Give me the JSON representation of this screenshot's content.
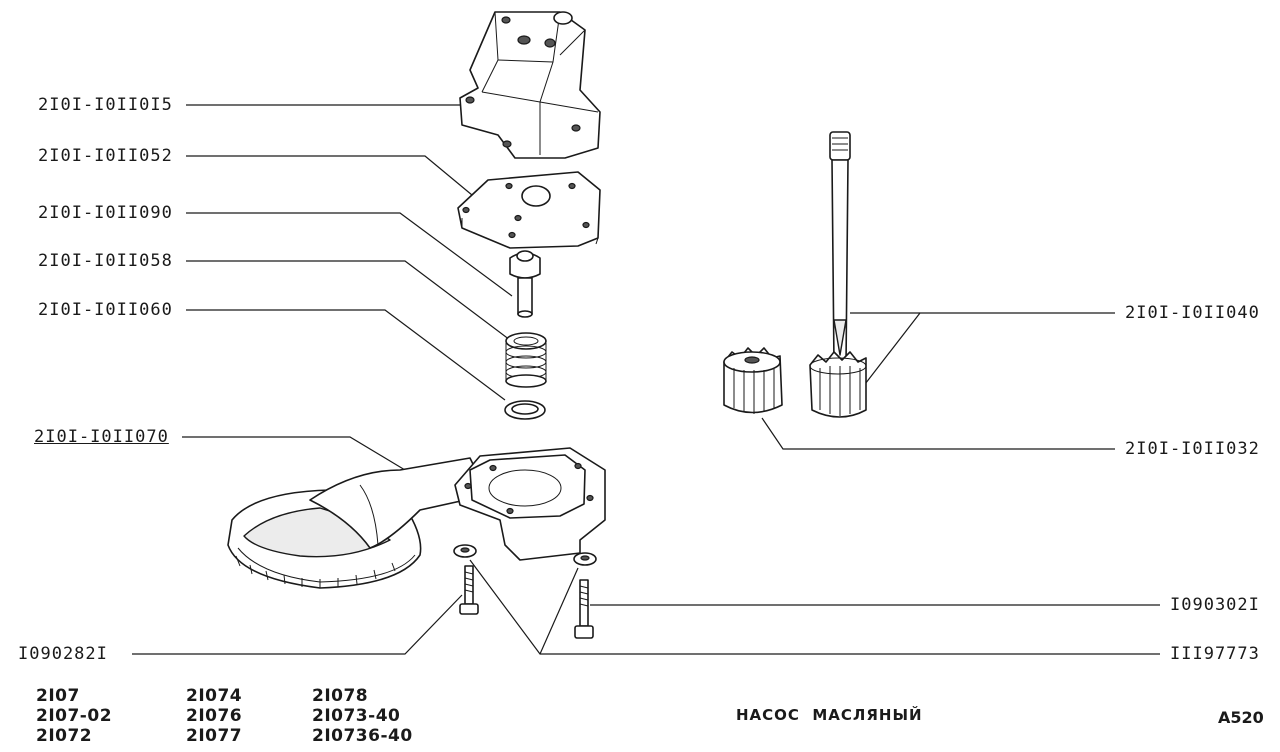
{
  "diagram": {
    "title": "НАСОС  МАСЛЯНЫЙ",
    "page_code": "A520",
    "parts": [
      {
        "id": "housing",
        "label": "2I0I-I0II0I5",
        "underlined": false
      },
      {
        "id": "cover",
        "label": "2I0I-I0II052",
        "underlined": false
      },
      {
        "id": "valve",
        "label": "2I0I-I0II090",
        "underlined": false
      },
      {
        "id": "spring-cap",
        "label": "2I0I-I0II058",
        "underlined": false
      },
      {
        "id": "spring",
        "label": "2I0I-I0II060",
        "underlined": false
      },
      {
        "id": "intake",
        "label": "2I0I-I0II070",
        "underlined": true
      },
      {
        "id": "drive-shaft",
        "label": "2I0I-I0II040",
        "underlined": false
      },
      {
        "id": "driven-gear",
        "label": "2I0I-I0II032",
        "underlined": false
      },
      {
        "id": "long-bolt",
        "label": "I090302I",
        "underlined": false
      },
      {
        "id": "washer",
        "label": "III97773",
        "underlined": false
      },
      {
        "id": "short-bolt",
        "label": "I090282I",
        "underlined": false
      }
    ],
    "models": [
      [
        "2I07",
        "2I07-02",
        "2I072"
      ],
      [
        "2I074",
        "2I076",
        "2I077"
      ],
      [
        "2I078",
        "2I073-40",
        "2I0736-40"
      ]
    ]
  }
}
